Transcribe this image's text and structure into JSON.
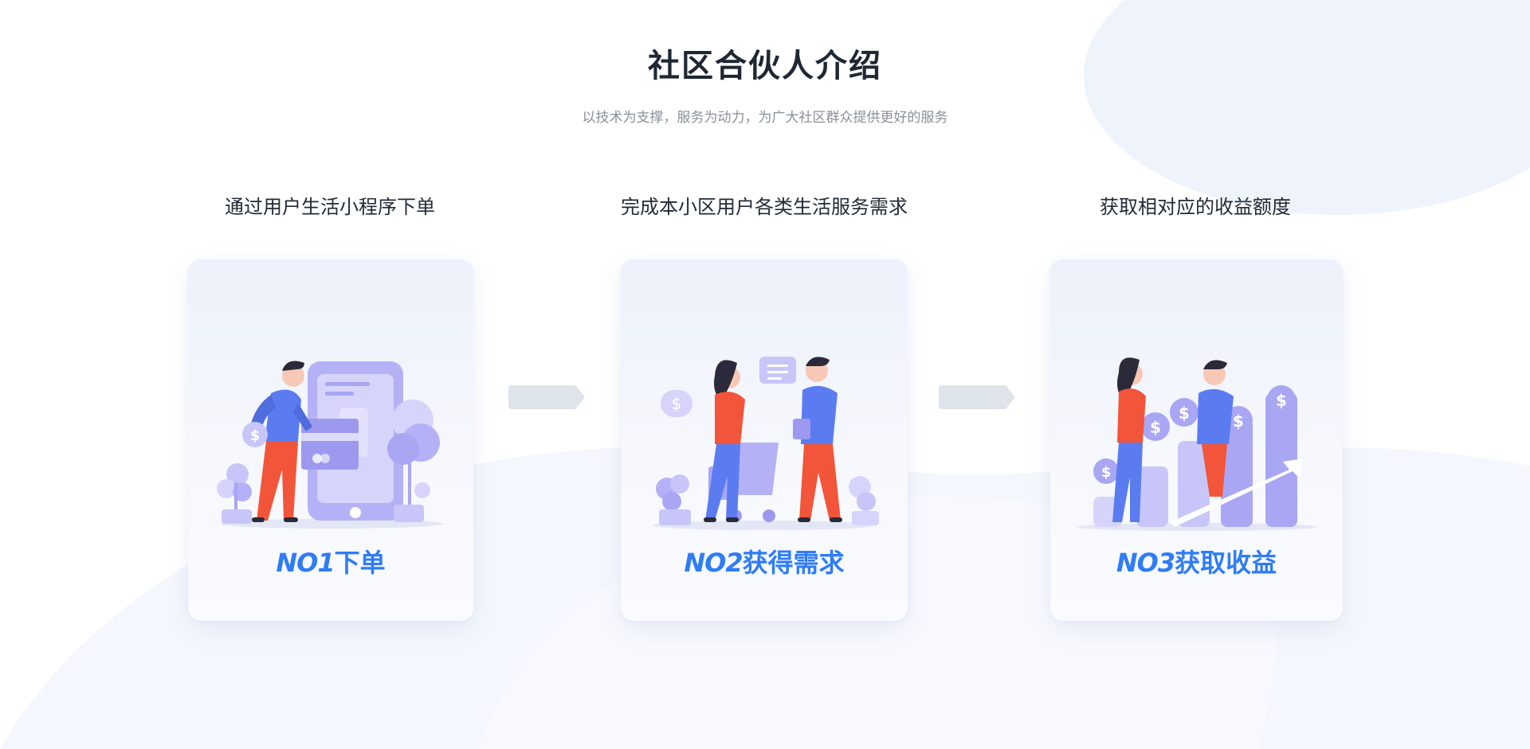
{
  "page": {
    "title": "社区合伙人介绍",
    "subtitle": "以技术为支撑，服务为动力，为广大社区群众提供更好的服务"
  },
  "steps": [
    {
      "caption": "通过用户生活小程序下单",
      "number": "NO1",
      "label": "下单",
      "illustration": "person-paying-with-phone-illustration"
    },
    {
      "caption": "完成本小区用户各类生活服务需求",
      "number": "NO2",
      "label": "获得需求",
      "illustration": "shopping-service-illustration"
    },
    {
      "caption": "获取相对应的收益额度",
      "number": "NO3",
      "label": "获取收益",
      "illustration": "earnings-growth-illustration"
    }
  ],
  "colors": {
    "accent": "#2f7cf6",
    "title": "#1f2733",
    "subtitle": "#8a8f98",
    "illustration_purple": "#a9a6f4",
    "illustration_blue": "#5b7cf0",
    "illustration_orange": "#f2553a",
    "arrow": "#dfe3ea"
  }
}
